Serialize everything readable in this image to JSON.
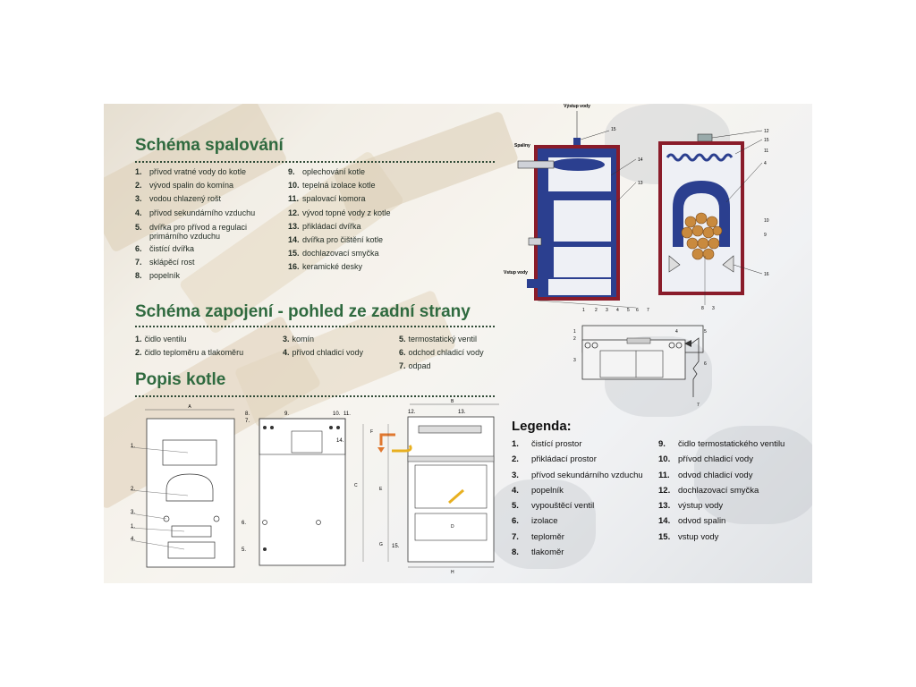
{
  "sections": {
    "combustion": {
      "title": "Schéma spalování",
      "col1": [
        {
          "n": "1.",
          "t": "přívod vratné vody do kotle"
        },
        {
          "n": "2.",
          "t": "vývod spalin do komína"
        },
        {
          "n": "3.",
          "t": "vodou chlazený rošt"
        },
        {
          "n": "4.",
          "t": "přívod sekundárního vzduchu"
        },
        {
          "n": "5.",
          "t": "dvířka pro přívod a regulaci primárního vzduchu"
        },
        {
          "n": "6.",
          "t": "čistící dvířka"
        },
        {
          "n": "7.",
          "t": "sklápěcí rost"
        },
        {
          "n": "8.",
          "t": "popelník"
        }
      ],
      "col2": [
        {
          "n": "9.",
          "t": "oplechování kotle"
        },
        {
          "n": "10.",
          "t": "tepelná izolace kotle"
        },
        {
          "n": "11.",
          "t": "spalovací komora"
        },
        {
          "n": "12.",
          "t": "vývod topné vody z kotle"
        },
        {
          "n": "13.",
          "t": "přikládací dvířka"
        },
        {
          "n": "14.",
          "t": "dvířka pro čištění kotle"
        },
        {
          "n": "15.",
          "t": "dochlazovací smyčka"
        },
        {
          "n": "16.",
          "t": "keramické desky"
        }
      ]
    },
    "connection": {
      "title": "Schéma zapojení - pohled ze zadní strany",
      "cols": [
        [
          {
            "n": "1.",
            "t": "čidlo ventilu"
          },
          {
            "n": "2.",
            "t": "čidlo teploměru a tlakoměru"
          }
        ],
        [
          {
            "n": "3.",
            "t": "komín"
          },
          {
            "n": "4.",
            "t": "přívod chladicí vody"
          }
        ],
        [
          {
            "n": "5.",
            "t": "termostatický ventil"
          },
          {
            "n": "6.",
            "t": "odchod chladicí vody"
          },
          {
            "n": "7.",
            "t": "odpad"
          }
        ]
      ]
    },
    "description": {
      "title": "Popis kotle"
    }
  },
  "legend": {
    "title": "Legenda:",
    "col1": [
      {
        "n": "1.",
        "t": "čistící prostor"
      },
      {
        "n": "2.",
        "t": "přikládací prostor"
      },
      {
        "n": "3.",
        "t": "přívod sekundárního vzduchu"
      },
      {
        "n": "4.",
        "t": "popelník"
      },
      {
        "n": "5.",
        "t": "vypouštěcí ventil"
      },
      {
        "n": "6.",
        "t": "izolace"
      },
      {
        "n": "7.",
        "t": "teploměr"
      },
      {
        "n": "8.",
        "t": "tlakoměr"
      }
    ],
    "col2": [
      {
        "n": "9.",
        "t": "čidlo termostatického ventilu"
      },
      {
        "n": "10.",
        "t": "přívod chladicí vody"
      },
      {
        "n": "11.",
        "t": "odvod chladicí vody"
      },
      {
        "n": "12.",
        "t": "dochlazovací smyčka"
      },
      {
        "n": "13.",
        "t": "výstup vody"
      },
      {
        "n": "14.",
        "t": "odvod spalin"
      },
      {
        "n": "15.",
        "t": "vstup vody"
      }
    ]
  },
  "diagram_labels": {
    "vystup_vody": "Výstup vody",
    "spaliny": "Spaliny",
    "vstup_vody": "Vstup vody",
    "dim_a": "A",
    "dim_b": "B",
    "dim_c": "C",
    "dim_d": "D",
    "dim_e": "E",
    "dim_f": "F",
    "dim_g": "G",
    "dim_h": "H",
    "n1": "1",
    "n2": "2",
    "n3": "3",
    "n4": "4",
    "n5": "5",
    "n6": "6",
    "n7": "7",
    "n8": "8",
    "n9": "9",
    "n10": "10",
    "n11": "11",
    "n12": "12",
    "n13": "13",
    "n14": "14",
    "n15": "15",
    "n16": "16",
    "d1": "1.",
    "d2": "2.",
    "d3": "3.",
    "d4": "4.",
    "d5": "5.",
    "d6": "6.",
    "d7": "7.",
    "d8": "8.",
    "d9": "9.",
    "d10": "10.",
    "d11": "11.",
    "d12": "12.",
    "d13": "13.",
    "d14": "14.",
    "d15": "15."
  },
  "colors": {
    "heading": "#2f6a3f",
    "boiler_blue": "#2b3f8f",
    "boiler_red": "#8a1c2a",
    "wood": "#c98a3e"
  }
}
